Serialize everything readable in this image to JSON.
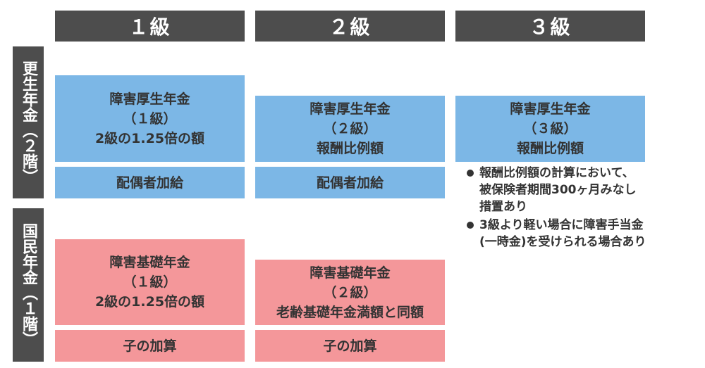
{
  "headers": [
    "１級",
    "２級",
    "３級"
  ],
  "side_labels": {
    "kosei": "更生年金（２階）",
    "kokumin": "国民年金（１階）"
  },
  "kosei_boxes": {
    "g1": [
      "障害厚生年金",
      "（１級）",
      "2級の1.25倍の額"
    ],
    "g2": [
      "障害厚生年金",
      "（２級）",
      "報酬比例額"
    ],
    "g3": [
      "障害厚生年金",
      "（３級）",
      "報酬比例額"
    ]
  },
  "spouse": {
    "g1": "配偶者加給",
    "g2": "配偶者加給"
  },
  "kiso_boxes": {
    "g1": [
      "障害基礎年金",
      "（１級）",
      "2級の1.25倍の額"
    ],
    "g2": [
      "障害基礎年金",
      "（２級）",
      "老齢基礎年金満額と同額"
    ]
  },
  "child": {
    "g1": "子の加算",
    "g2": "子の加算"
  },
  "notes": [
    [
      "報酬比例額の計算において、",
      "被保険者期間300ヶ月みなし",
      "措置あり"
    ],
    [
      "3級より軽い場合に障害手当金",
      "(一時金)を受けられる場合あり"
    ]
  ],
  "colors": {
    "header_bg": "#4d4d4d",
    "kosei_box": "#7cb7e6",
    "kiso_box": "#f4979a"
  }
}
